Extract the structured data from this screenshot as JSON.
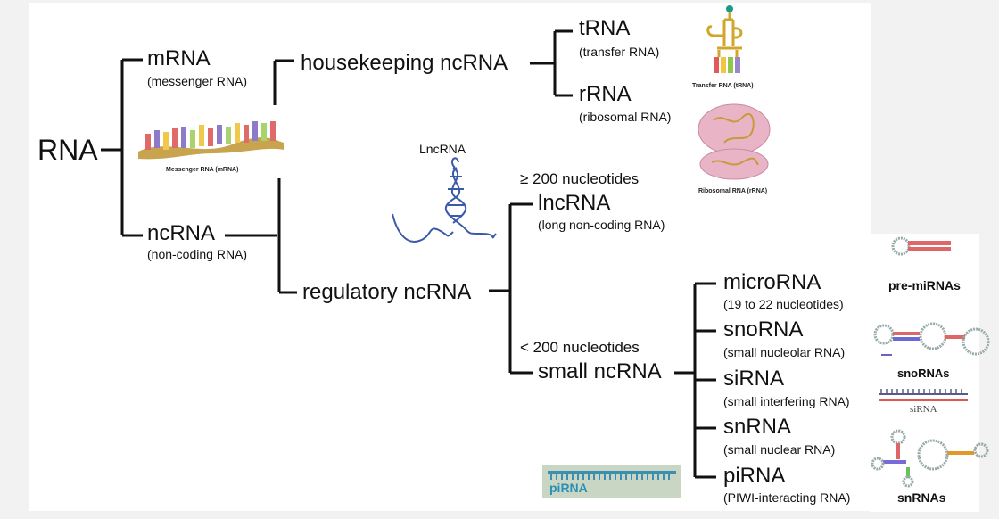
{
  "root": {
    "label": "RNA"
  },
  "mrna": {
    "label": "mRNA",
    "full": "(messenger RNA)",
    "caption": "Messenger RNA (mRNA)"
  },
  "ncrna": {
    "label": "ncRNA",
    "full": "(non-coding RNA)"
  },
  "housekeeping": {
    "label": "housekeeping ncRNA"
  },
  "regulatory": {
    "label": "regulatory ncRNA"
  },
  "trna": {
    "label": "tRNA",
    "full": "(transfer RNA)",
    "caption": "Transfer RNA (tRNA)"
  },
  "rrna": {
    "label": "rRNA",
    "full": "(ribosomal RNA)",
    "caption": "Ribosomal RNA (rRNA)"
  },
  "lncrna_icon": {
    "caption": "LncRNA"
  },
  "long_group": {
    "threshold": "≥ 200 nucleotides",
    "label": "lncRNA",
    "full": "(long non-coding RNA)"
  },
  "small_group": {
    "threshold": "< 200 nucleotides",
    "label": "small ncRNA"
  },
  "small_types": [
    {
      "label": "microRNA",
      "full": "(19 to 22 nucleotides)"
    },
    {
      "label": "snoRNA",
      "full": "(small nucleolar RNA)"
    },
    {
      "label": "siRNA",
      "full": "(small interfering RNA)"
    },
    {
      "label": "snRNA",
      "full": "(small nuclear RNA)"
    },
    {
      "label": "piRNA",
      "full": "(PIWI-interacting RNA)"
    }
  ],
  "images": {
    "pre_mirna": "pre-miRNAs",
    "snorna": "snoRNAs",
    "sirna": "siRNA",
    "snrna": "snRNAs",
    "pirna": "piRNA"
  },
  "colors": {
    "line": "#111111",
    "lnc_blue": "#3b5aa8",
    "ribosome": "#e7b3c6",
    "pirna_bg": "#c9d6c4"
  }
}
